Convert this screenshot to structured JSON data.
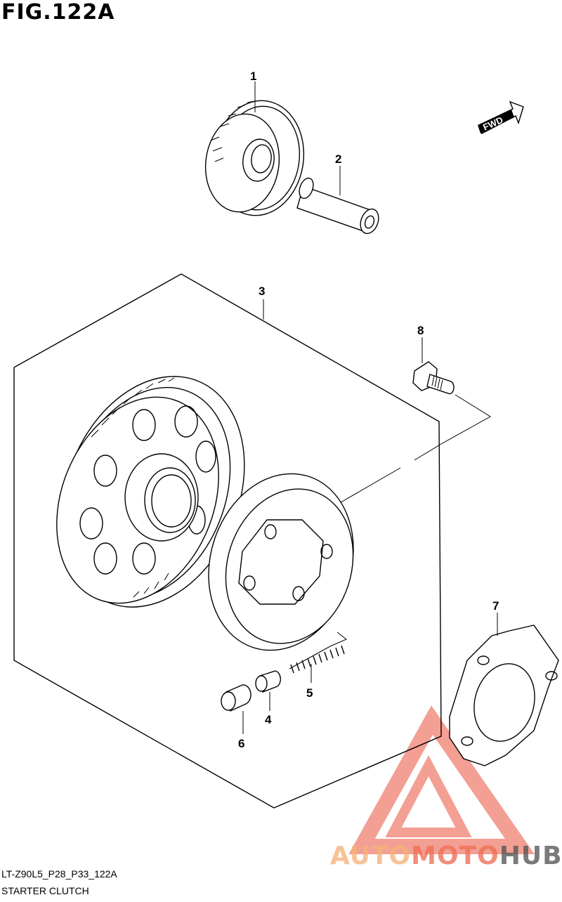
{
  "figure": {
    "title": "FIG.122A",
    "code": "LT-Z90L5_P28_P33_122A",
    "name": "STARTER CLUTCH"
  },
  "direction_marker": {
    "label": "FWD"
  },
  "callouts": [
    "1",
    "2",
    "3",
    "4",
    "5",
    "6",
    "7",
    "8"
  ],
  "watermark": {
    "part1": "AUTO",
    "part2": "MOTO",
    "part3": "HUB",
    "colors": {
      "auto": "#f5b27a",
      "moto": "#ee6f55",
      "hub": "#555555",
      "logo": "#f08070"
    }
  },
  "icons": [
    "fwd-arrow-icon",
    "automotohub-logo-icon"
  ]
}
